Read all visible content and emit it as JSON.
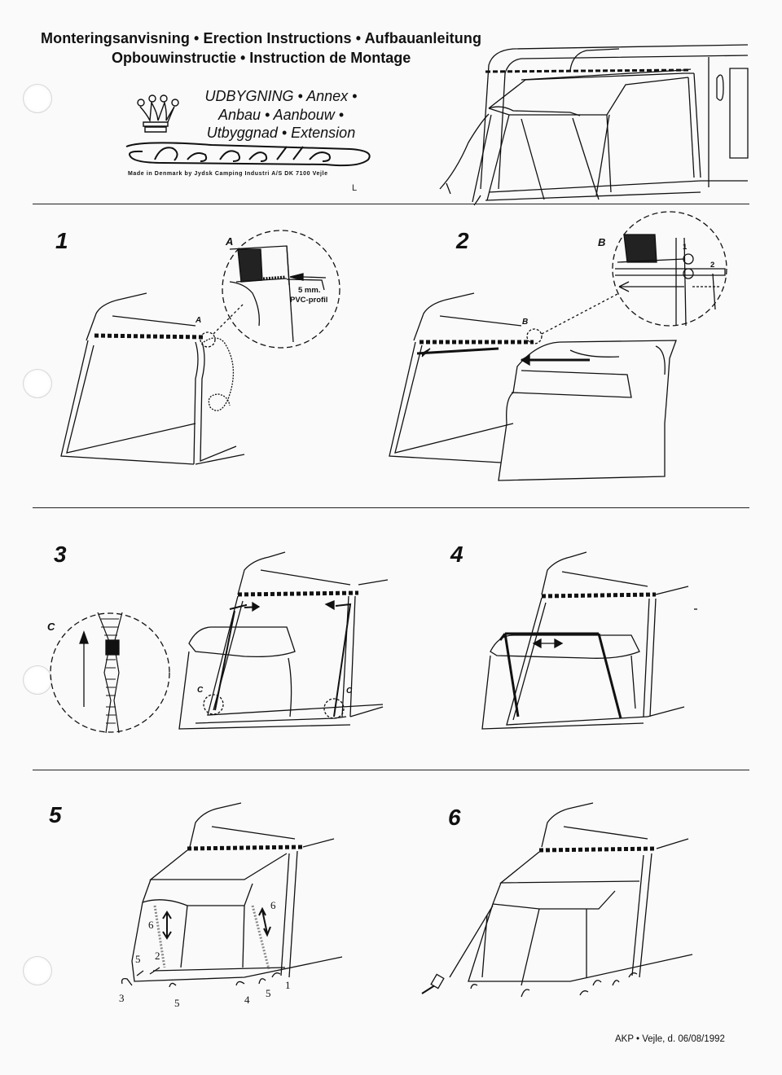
{
  "header": {
    "title_line1": "Monteringsanvisning • Erection Instructions • Aufbauanleitung",
    "title_line2": "Opbouwinstructie • Instruction de Montage",
    "product_line1": "UDBYGNING • Annex •",
    "product_line2": "Anbau • Aanbouw •",
    "product_line3": "Utbyggnad • Extension",
    "brand": "Isabella",
    "made_in": "Made in Denmark by Jydsk Camping Industri A/S DK 7100 Vejle"
  },
  "steps": [
    {
      "number": "1",
      "detail_label": "A",
      "detail_text1": "5 mm.",
      "detail_text2": "PVC-profil",
      "callout": "A"
    },
    {
      "number": "2",
      "detail_label": "B",
      "callout": "B",
      "marks": [
        "1",
        "2"
      ]
    },
    {
      "number": "3",
      "detail_label": "C",
      "callouts": [
        "C",
        "C"
      ]
    },
    {
      "number": "4"
    },
    {
      "number": "5",
      "marks": [
        "6",
        "6",
        "5",
        "2",
        "3",
        "5",
        "4",
        "5",
        "1"
      ]
    },
    {
      "number": "6"
    }
  ],
  "footer": {
    "text": "AKP • Vejle, d. 06/08/1992"
  }
}
